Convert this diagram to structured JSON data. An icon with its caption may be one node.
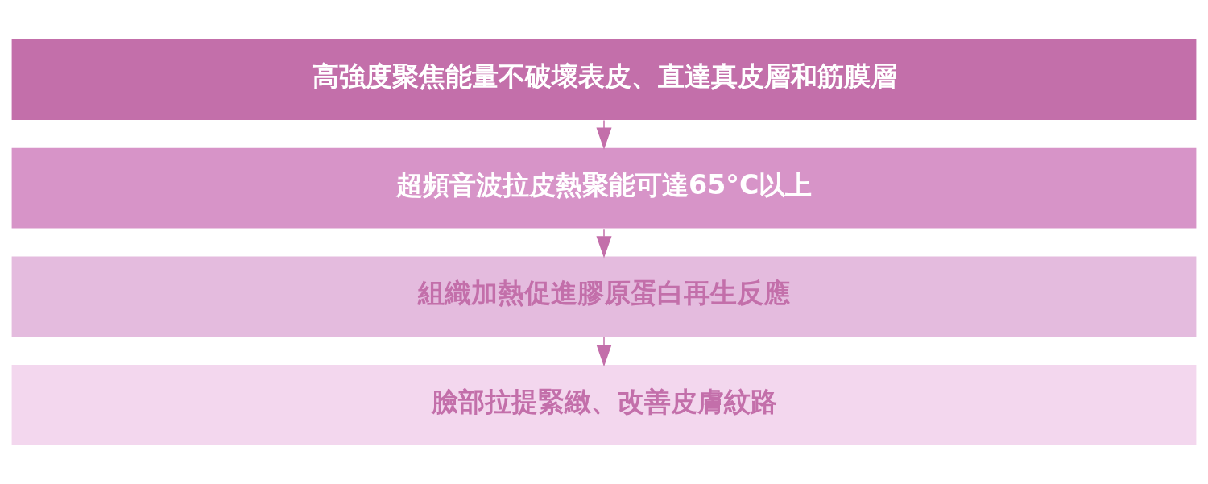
{
  "diagram": {
    "nodes": [
      {
        "text": [
          "高強度聚焦能量不破壞表皮、直達真皮層和筋膜層"
        ]
      },
      {
        "text": [
          "超頻音波拉皮熱聚能可達65°C以上"
        ]
      },
      {
        "text": [
          "組織加熱促進膠原蛋白再生反應"
        ]
      },
      {
        "text": [
          "臉部拉提緊緻、改善皮膚紋路"
        ]
      }
    ],
    "edges": [
      {
        "from": 0,
        "to": 1,
        "arrow": "to"
      },
      {
        "from": 1,
        "to": 2,
        "arrow": "to"
      },
      {
        "from": 2,
        "to": 3,
        "arrow": "to"
      }
    ]
  }
}
